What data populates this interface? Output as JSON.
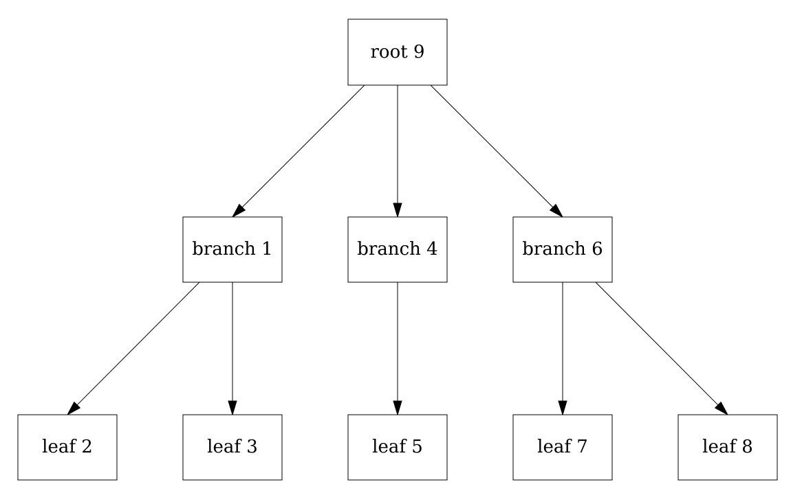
{
  "diagram": {
    "nodes": {
      "root": {
        "label": "root 9"
      },
      "branch1": {
        "label": "branch 1"
      },
      "branch4": {
        "label": "branch 4"
      },
      "branch6": {
        "label": "branch 6"
      },
      "leaf2": {
        "label": "leaf 2"
      },
      "leaf3": {
        "label": "leaf 3"
      },
      "leaf5": {
        "label": "leaf 5"
      },
      "leaf7": {
        "label": "leaf 7"
      },
      "leaf8": {
        "label": "leaf 8"
      }
    },
    "edges": [
      {
        "from": "root",
        "to": "branch1"
      },
      {
        "from": "root",
        "to": "branch4"
      },
      {
        "from": "root",
        "to": "branch6"
      },
      {
        "from": "branch1",
        "to": "leaf2"
      },
      {
        "from": "branch1",
        "to": "leaf3"
      },
      {
        "from": "branch4",
        "to": "leaf5"
      },
      {
        "from": "branch6",
        "to": "leaf7"
      },
      {
        "from": "branch6",
        "to": "leaf8"
      }
    ]
  }
}
